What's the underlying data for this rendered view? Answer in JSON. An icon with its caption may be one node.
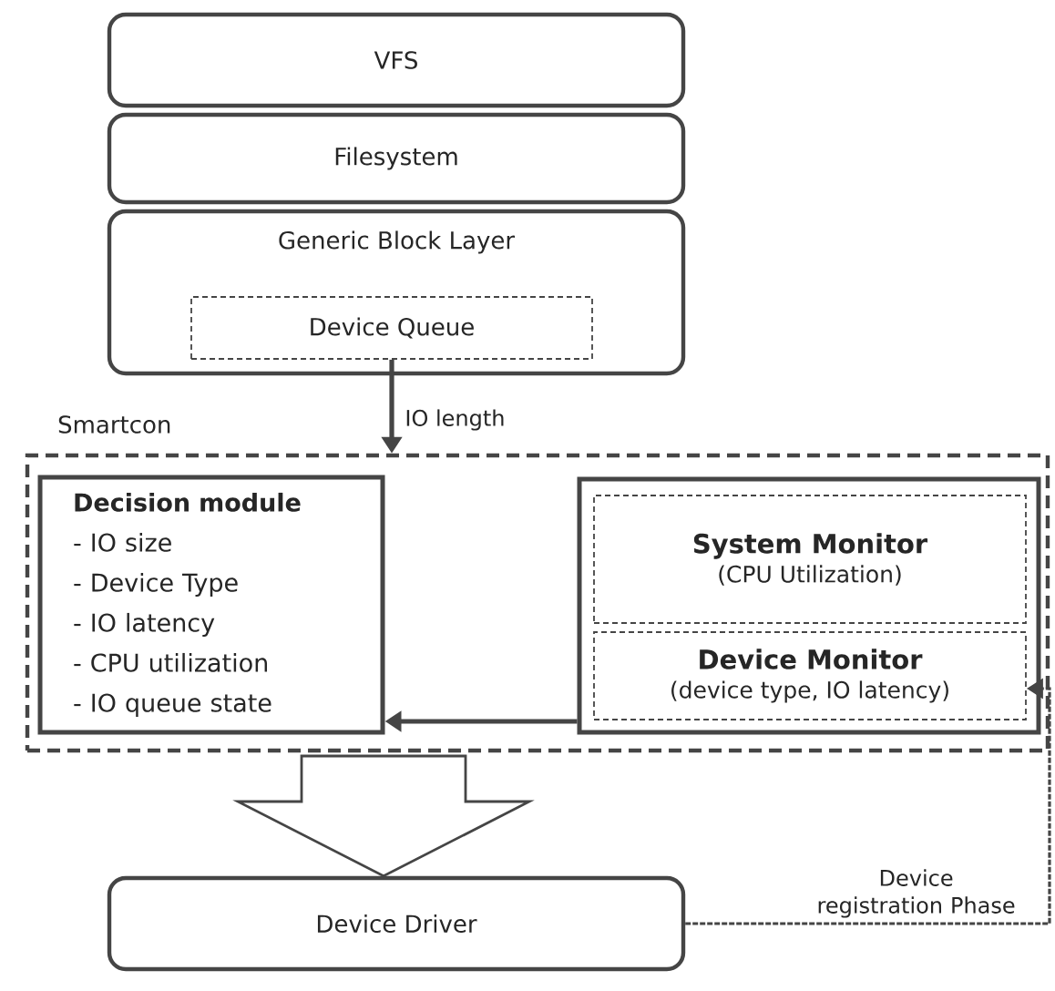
{
  "diagram": {
    "nodes": [
      {
        "text": [
          "VFS"
        ]
      },
      {
        "text": [
          "Filesystem"
        ]
      },
      {
        "text": [
          "Generic Block Layer"
        ]
      },
      {
        "text": [
          "Device Queue"
        ],
        "in": 2
      },
      {
        "text": [
          "Smartcon"
        ]
      },
      {
        "text": [
          "Decision module",
          "- IO size",
          "- Device Type",
          "- IO latency",
          "- CPU utilization",
          "- IO queue state"
        ],
        "in": 4
      },
      {
        "text": [],
        "shape": "box",
        "in": 4
      },
      {
        "text": [
          "System Monitor",
          "(CPU Utilization)"
        ],
        "in": 6
      },
      {
        "text": [
          "Device Monitor",
          "(device type, IO latency)"
        ],
        "in": 6
      },
      {
        "text": [
          "Device Driver"
        ]
      }
    ],
    "edges": [
      {
        "from": 3,
        "to": 4,
        "arrow": "to",
        "label": "IO length"
      },
      {
        "from": 6,
        "to": 5,
        "arrow": "to"
      },
      {
        "from": 9,
        "to": 8,
        "arrow": "to",
        "style": "dashed",
        "label": "Device registration Phase"
      },
      {
        "from": 4,
        "to": 9,
        "arrow": "to"
      }
    ]
  }
}
